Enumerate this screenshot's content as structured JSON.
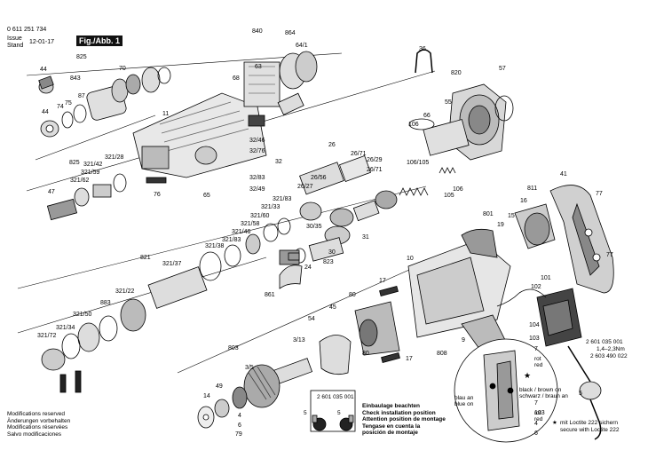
{
  "header": {
    "part_number": "0 611 251 734",
    "issue_label": "Issue",
    "stand_label": "Stand",
    "date": "12-01-17",
    "fig_label": "Fig./Abb. 1"
  },
  "footer_left": [
    "Modifications reserved",
    "Änderungen vorbehalten",
    "Modifications réservées",
    "Salvo modificaciones"
  ],
  "install_note": {
    "num_left": "5",
    "num_right": "5",
    "ref": "2 601 035 001",
    "lines": [
      "Einbaulage beachten",
      "Check installation position",
      "Attention position de montage",
      "Tengase en cuenta la",
      "posición de montaje"
    ]
  },
  "torque": {
    "ref": "2 601 035 001",
    "value": "1,4–2,3Nm",
    "ref2": "2 603 490 022"
  },
  "wires": {
    "rot": "rot",
    "red": "red",
    "blau": "blau an",
    "blue": "blue on",
    "black": "black / brown on",
    "schwarz": "schwarz / braun an"
  },
  "loctite": {
    "star": "★",
    "line1": "mit Loctite 222 sichern",
    "line2": "secure with Loctite 222"
  },
  "labels": [
    "840",
    "864",
    "64/1",
    "36",
    "820",
    "57",
    "825",
    "44",
    "843",
    "70",
    "87",
    "75",
    "74",
    "44",
    "68",
    "63",
    "11",
    "55",
    "66",
    "106",
    "106/105",
    "106",
    "105",
    "32/46",
    "32/76",
    "32",
    "32/83",
    "32/49",
    "26",
    "26/71",
    "26/29",
    "26/71",
    "26/56",
    "26/27",
    "825",
    "321/28",
    "321/42",
    "321/59",
    "321/62",
    "47",
    "76",
    "65",
    "321/83",
    "321/33",
    "321/60",
    "321/58",
    "321/46",
    "321/83",
    "321/38",
    "30/35",
    "31",
    "24",
    "30",
    "823",
    "811",
    "16",
    "41",
    "77",
    "801",
    "19",
    "15",
    "17",
    "10",
    "821",
    "321/37",
    "861",
    "77",
    "321/22",
    "883",
    "321/50",
    "321/34",
    "321/72",
    "80",
    "45",
    "54",
    "803",
    "3/13",
    "3/5",
    "14",
    "49",
    "4",
    "6",
    "79",
    "102",
    "101",
    "104",
    "103",
    "9",
    "808",
    "17",
    "80",
    "7",
    "7",
    "103",
    "4",
    "6"
  ]
}
